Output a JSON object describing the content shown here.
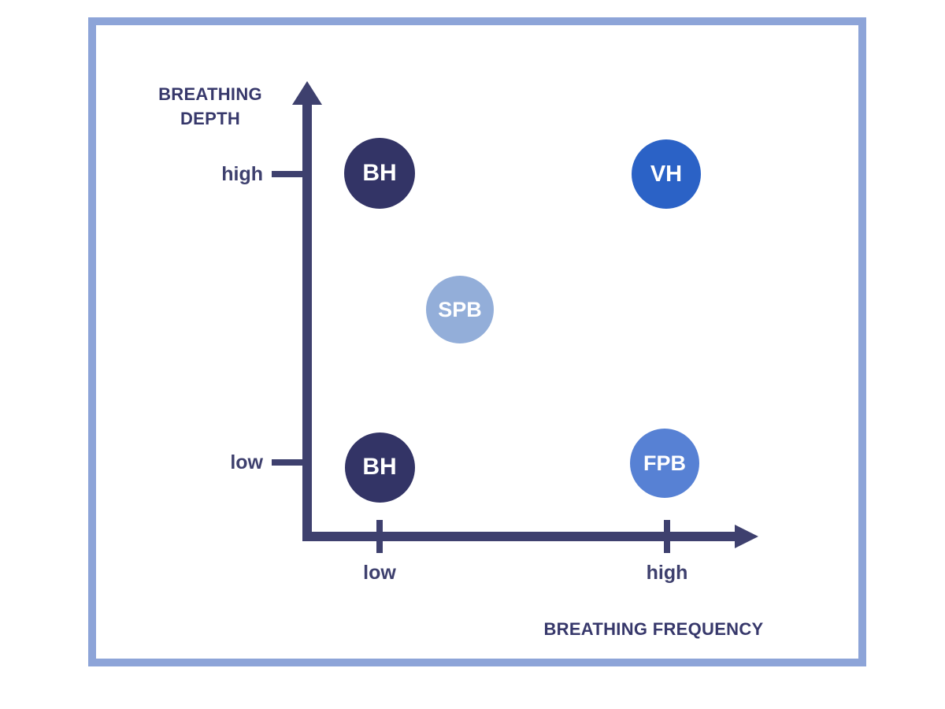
{
  "frame": {
    "border_color": "#8da4d8",
    "background": "#ffffff"
  },
  "axes": {
    "color": "#3e406e",
    "y_title_line1": "BREATHING",
    "y_title_line2": "DEPTH",
    "x_title": "BREATHING FREQUENCY",
    "y_ticks": [
      {
        "label": "high",
        "name": "y-tick-high"
      },
      {
        "label": "low",
        "name": "y-tick-low"
      }
    ],
    "x_ticks": [
      {
        "label": "low",
        "name": "x-tick-low"
      },
      {
        "label": "high",
        "name": "x-tick-high"
      }
    ]
  },
  "chart_data": {
    "type": "scatter",
    "title": "",
    "xlabel": "BREATHING FREQUENCY",
    "ylabel": "BREATHING DEPTH",
    "xlim": [
      "low",
      "high"
    ],
    "ylim": [
      "low",
      "high"
    ],
    "xtick_labels": [
      "low",
      "high"
    ],
    "ytick_labels": [
      "low",
      "high"
    ],
    "grid": false,
    "legend": "none",
    "points": [
      {
        "label": "BH",
        "x_category": "low",
        "y_category": "high",
        "color": "#333466",
        "text_color": "#ffffff",
        "diameter": 90,
        "cx": 482,
        "cy": 220,
        "font_size": 30
      },
      {
        "label": "VH",
        "x_category": "high",
        "y_category": "high",
        "color": "#2b62c6",
        "text_color": "#ffffff",
        "diameter": 88,
        "cx": 846,
        "cy": 221,
        "font_size": 29
      },
      {
        "label": "SPB",
        "x_category": "mid",
        "y_category": "mid",
        "color": "#93aed9",
        "text_color": "#ffffff",
        "diameter": 86,
        "cx": 584,
        "cy": 393,
        "font_size": 27
      },
      {
        "label": "BH",
        "x_category": "low",
        "y_category": "low",
        "color": "#333466",
        "text_color": "#ffffff",
        "diameter": 89,
        "cx": 482,
        "cy": 593,
        "font_size": 30
      },
      {
        "label": "FPB",
        "x_category": "high",
        "y_category": "low",
        "color": "#5781d4",
        "text_color": "#ffffff",
        "diameter": 88,
        "cx": 844,
        "cy": 588,
        "font_size": 27
      }
    ]
  }
}
